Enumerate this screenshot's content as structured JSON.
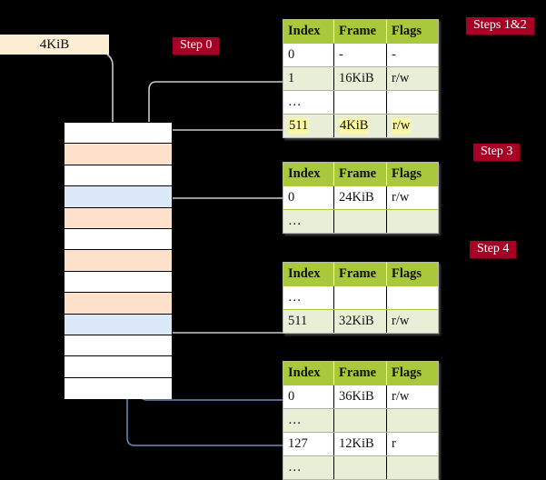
{
  "diagram": {
    "title": "page-table-walk",
    "colors": {
      "table_header_green": "#a9c83c",
      "table_alt_row": "#e9efd6",
      "highlight_yellow": "#fcf7a5",
      "badge_crimson": "#a80024",
      "page_table_frame": "#fde1cb",
      "data_page": "#dbe8f7",
      "va_box": "#fbeed3",
      "gray_wire": "#b0b0b0",
      "blue_wire": "#6b8cba",
      "background": "#000000"
    }
  },
  "virtual_address": {
    "label": "4KiB"
  },
  "badges": [
    {
      "name": "step-0",
      "label": "Step 0"
    },
    {
      "name": "steps-1-2",
      "label": "Steps 1&2"
    },
    {
      "name": "step-3",
      "label": "Step 3"
    },
    {
      "name": "step-4",
      "label": "Step 4"
    }
  ],
  "memory": {
    "name": "physical-memory-column",
    "rows": [
      {
        "kind": "free"
      },
      {
        "kind": "page-table"
      },
      {
        "kind": "free"
      },
      {
        "kind": "data-page"
      },
      {
        "kind": "page-table"
      },
      {
        "kind": "free"
      },
      {
        "kind": "page-table"
      },
      {
        "kind": "free"
      },
      {
        "kind": "page-table"
      },
      {
        "kind": "data-page"
      },
      {
        "kind": "free"
      },
      {
        "kind": "free"
      },
      {
        "kind": "free"
      }
    ]
  },
  "tables": [
    {
      "name": "page-table-level-0",
      "headers": [
        "Index",
        "Frame",
        "Flags"
      ],
      "rows": [
        {
          "cells": [
            "0",
            "-",
            "-"
          ],
          "style": "plain",
          "highlight": false
        },
        {
          "cells": [
            "1",
            "16KiB",
            "r/w"
          ],
          "style": "alt",
          "highlight": false
        },
        {
          "cells": [
            "…",
            "",
            ""
          ],
          "style": "plain",
          "highlight": false
        },
        {
          "cells": [
            "511",
            "4KiB",
            "r/w"
          ],
          "style": "alt",
          "highlight": true
        }
      ]
    },
    {
      "name": "page-table-level-1",
      "headers": [
        "Index",
        "Frame",
        "Flags"
      ],
      "rows": [
        {
          "cells": [
            "0",
            "24KiB",
            "r/w"
          ],
          "style": "plain",
          "highlight": false
        },
        {
          "cells": [
            "…",
            "",
            ""
          ],
          "style": "alt",
          "highlight": false
        }
      ]
    },
    {
      "name": "page-table-level-2",
      "headers": [
        "Index",
        "Frame",
        "Flags"
      ],
      "rows": [
        {
          "cells": [
            "…",
            "",
            ""
          ],
          "style": "plain",
          "highlight": false
        },
        {
          "cells": [
            "511",
            "32KiB",
            "r/w"
          ],
          "style": "alt",
          "highlight": false
        }
      ]
    },
    {
      "name": "page-table-level-3",
      "headers": [
        "Index",
        "Frame",
        "Flags"
      ],
      "rows": [
        {
          "cells": [
            "0",
            "36KiB",
            "r/w"
          ],
          "style": "plain",
          "highlight": false
        },
        {
          "cells": [
            "…",
            "",
            ""
          ],
          "style": "alt",
          "highlight": false
        },
        {
          "cells": [
            "127",
            "12KiB",
            "r"
          ],
          "style": "plain",
          "highlight": false
        },
        {
          "cells": [
            "…",
            "",
            ""
          ],
          "style": "alt",
          "highlight": false
        }
      ]
    }
  ]
}
